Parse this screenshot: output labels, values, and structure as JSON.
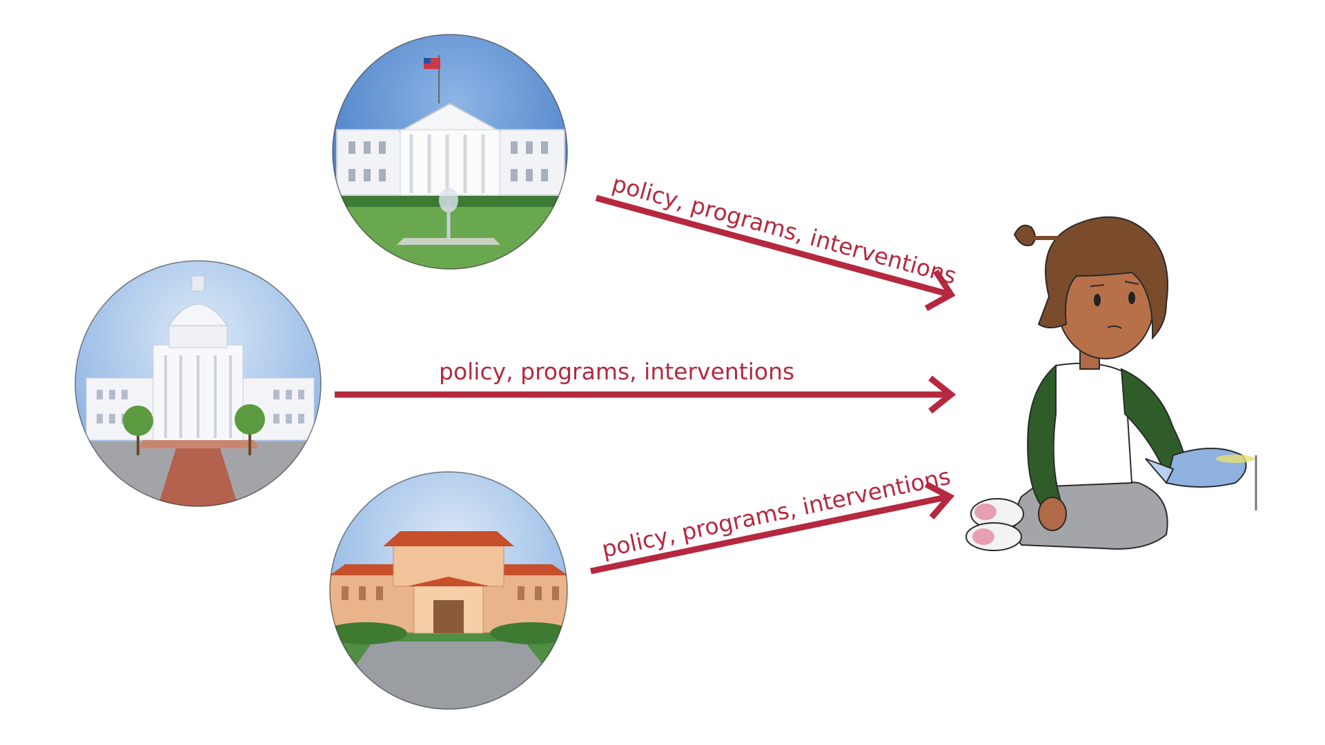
{
  "sources": [
    {
      "name": "federal-white-house",
      "label": "policy, programs, interventions"
    },
    {
      "name": "state-capitol",
      "label": "policy, programs, interventions"
    },
    {
      "name": "local-school",
      "label": "policy, programs, interventions"
    }
  ],
  "target": {
    "name": "child",
    "icon": "child-with-toy-airplane"
  },
  "colors": {
    "arrow": "#b5283f",
    "sky": "#5d8fcf",
    "grass": "#3f7a3a",
    "sweater": "#2f5d2a"
  }
}
